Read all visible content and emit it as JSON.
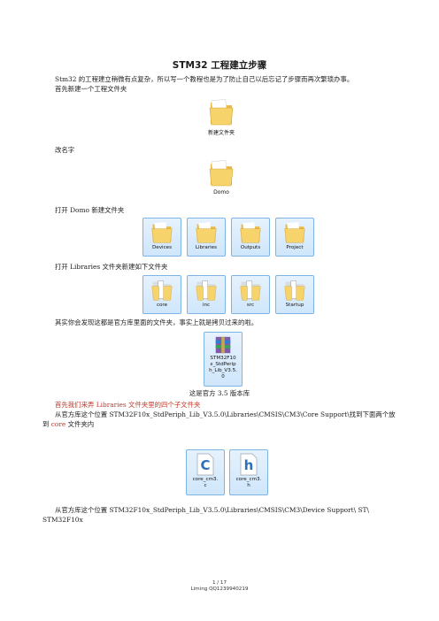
{
  "doc": {
    "title": "STM32 工程建立步骤",
    "intro_line1": "Stm32 的工程建立稍微有点复杂，所以写一个教程也是为了防止自己以后忘记了步骤而再次繁琐办事。",
    "intro_line2": "首先新建一个工程文件夹",
    "folder_new_label": "新建文件夹",
    "rename_text": "改名字",
    "folder_domo_label": "Domo",
    "open_domo_text": "打开 Domo 新建文件夹",
    "domo_folders": [
      "Devices",
      "Libraries",
      "Outputs",
      "Project"
    ],
    "open_libraries_text": "打开 Libraries 文件夹新建如下文件夹",
    "library_folders": [
      "core",
      "inc",
      "src",
      "Startup"
    ],
    "explain_text": "其实你会发现这都是官方库里面的文件夹，事实上就是拷贝过来的啦。",
    "stdlib_label": "STM32F10\nx_StdPerip\nh_Lib_V3.5.\n0",
    "caption_stdlib": "这是官方 3.5 版本库",
    "red_heading": "首先我们来弄 Libraries  文件夹里的四个子文件夹",
    "copy_core_line1": "从官方库这个位置 STM32F10x_StdPeriph_Lib_V3.5.0\\Libraries\\CMSIS\\CM3\\Core Support\\找到下面两个放",
    "copy_core_line2_pre": "到 ",
    "copy_core_line2_red": "core",
    "copy_core_line2_post": " 文件夹内",
    "core_files": [
      "core_cm3.\nc",
      "core_cm3.\nh"
    ],
    "core_file_letters": [
      "C",
      "h"
    ],
    "copy_device_line1": "从官方库这个位置 STM32F10x_StdPeriph_Lib_V3.5.0\\Libraries\\CMSIS\\CM3\\Device Support\\ ST\\",
    "copy_device_line2": "STM32F10x",
    "footer_page": "1  /  17",
    "footer_author": "Liming QQ1239940219"
  },
  "colors": {
    "accent_red": "#c0392b",
    "tile_border": "#7eb3e6",
    "folder_yellow": "#f2c94c"
  },
  "icons": [
    "folder-icon",
    "file-c-icon",
    "file-h-icon",
    "winrar-archive-icon"
  ]
}
